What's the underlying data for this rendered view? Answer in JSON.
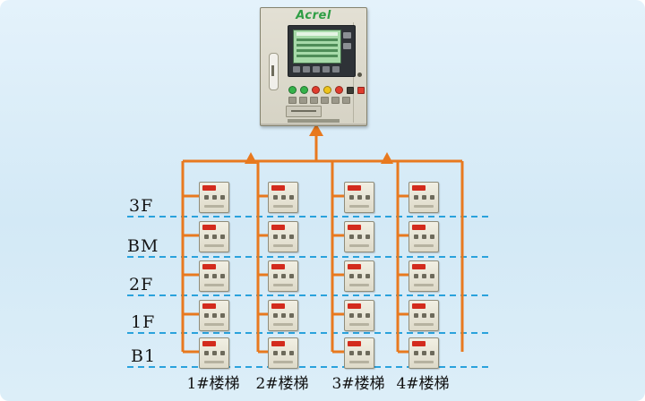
{
  "diagram": {
    "logo": "Acrel",
    "floors": [
      {
        "label": "3F"
      },
      {
        "label": "BM"
      },
      {
        "label": "2F"
      },
      {
        "label": "1F"
      },
      {
        "label": "B1"
      }
    ],
    "stairs": [
      {
        "label": "1#楼梯"
      },
      {
        "label": "2#楼梯"
      },
      {
        "label": "3#楼梯"
      },
      {
        "label": "4#楼梯"
      }
    ],
    "grid": {
      "columns": 4,
      "rows": 5
    }
  },
  "colors": {
    "wire": "#e8791f",
    "floorline": "#2aa2dc",
    "logo": "#2f9e45",
    "badge": "#d32b1d"
  }
}
